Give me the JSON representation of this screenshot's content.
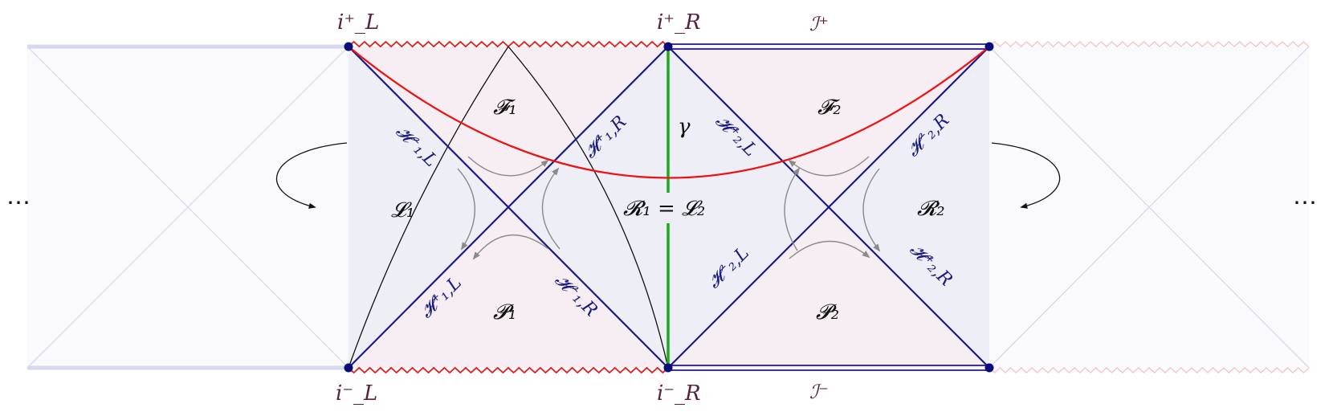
{
  "diagram": {
    "corners": {
      "iL_plus": "i⁺_L",
      "iL_minus": "i⁻_L",
      "iR_plus": "i⁺_R",
      "iR_minus": "i⁻_R"
    },
    "scri": {
      "plus": "ℐ⁺",
      "minus": "ℐ⁻"
    },
    "regions": {
      "F1": "𝓕₁",
      "F2": "𝓕₂",
      "P1": "𝓟₁",
      "P2": "𝓟₂",
      "L1": "𝓛₁",
      "R1L2": "𝓡₁ = 𝓛₂",
      "R2": "𝓡₂"
    },
    "curve_label": "γ",
    "horizons": {
      "H1L_minus": "𝓗⁻₁,L",
      "H1R_plus": "𝓗⁺₁,R",
      "H1L_plus": "𝓗⁺₁,L",
      "H1R_minus": "𝓗⁻₁,R",
      "H2L_plus": "𝓗⁺₂,L",
      "H2R_minus": "𝓗⁻₂,R",
      "H2L_minus": "𝓗⁻₂,L",
      "H2R_plus": "𝓗⁺₂,R"
    },
    "ellipsis_left": "⋯",
    "ellipsis_right": "⋯",
    "colors": {
      "horizon": "#1a1a8c",
      "singularity": "#e31b1b",
      "gamma": "#1aaa1a",
      "red_curve": "#ee1111",
      "region_blue": "#eeeff6",
      "region_pink": "#f6eef2",
      "label_maroon": "#5a1f3f",
      "faded": "#d6d8ee"
    }
  }
}
